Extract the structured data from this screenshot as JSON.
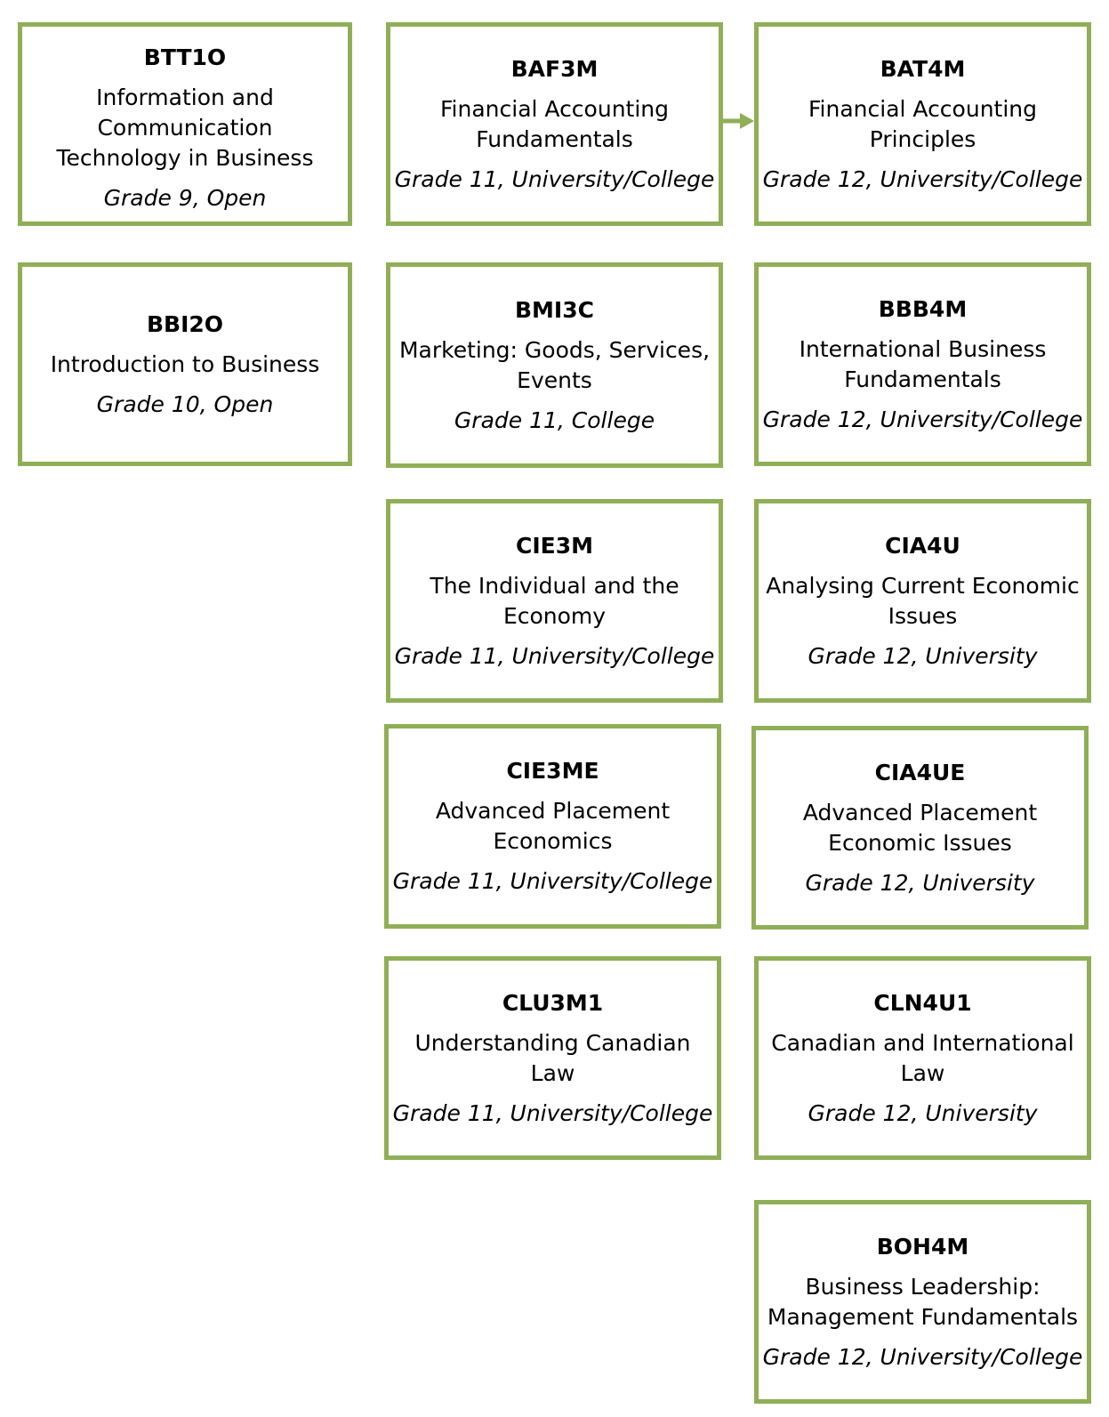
{
  "accent_color": "#8faf56",
  "courses": [
    {
      "code": "BTT1O",
      "title": "Information and Communication Technology in Business",
      "grade": "Grade 9, Open"
    },
    {
      "code": "BBI2O",
      "title": "Introduction to Business",
      "grade": "Grade 10, Open"
    },
    {
      "code": "BAF3M",
      "title": "Financial Accounting Fundamentals",
      "grade": "Grade 11, University/College"
    },
    {
      "code": "BMI3C",
      "title": "Marketing: Goods, Services, Events",
      "grade": "Grade 11, College"
    },
    {
      "code": "CIE3M",
      "title": "The Individual and the Economy",
      "grade": "Grade 11, University/College"
    },
    {
      "code": "CIE3ME",
      "title": "Advanced Placement Economics",
      "grade": "Grade 11, University/College"
    },
    {
      "code": "CLU3M1",
      "title": "Understanding Canadian Law",
      "grade": "Grade 11, University/College"
    },
    {
      "code": "BAT4M",
      "title": "Financial Accounting Principles",
      "grade": "Grade 12, University/College"
    },
    {
      "code": "BBB4M",
      "title": "International Business Fundamentals",
      "grade": "Grade 12, University/College"
    },
    {
      "code": "CIA4U",
      "title": "Analysing Current Economic Issues",
      "grade": "Grade 12, University"
    },
    {
      "code": "CIA4UE",
      "title": "Advanced Placement Economic Issues",
      "grade": "Grade 12, University"
    },
    {
      "code": "CLN4U1",
      "title": "Canadian and International Law",
      "grade": "Grade 12, University"
    },
    {
      "code": "BOH4M",
      "title": "Business Leadership: Management Fundamentals",
      "grade": "Grade 12, University/College"
    }
  ]
}
